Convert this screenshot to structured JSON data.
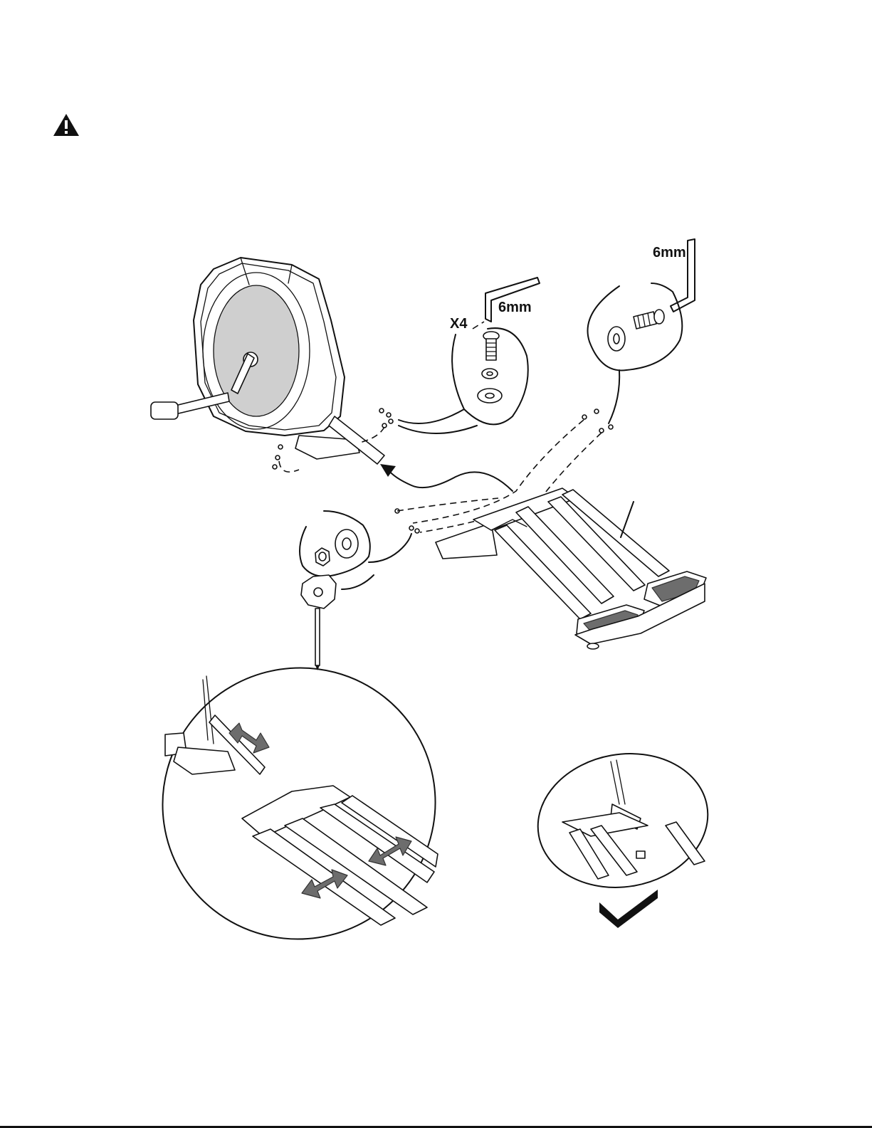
{
  "diagram": {
    "labels": {
      "x4": "X4",
      "hex_key_top": "6mm",
      "hex_key_bolt": "6mm"
    },
    "icons": {
      "warning": "warning-triangle-icon",
      "check": "checkmark-icon"
    },
    "colors": {
      "ink": "#111111",
      "arrow_gray": "#6d6d6d",
      "paper": "#ffffff"
    }
  }
}
